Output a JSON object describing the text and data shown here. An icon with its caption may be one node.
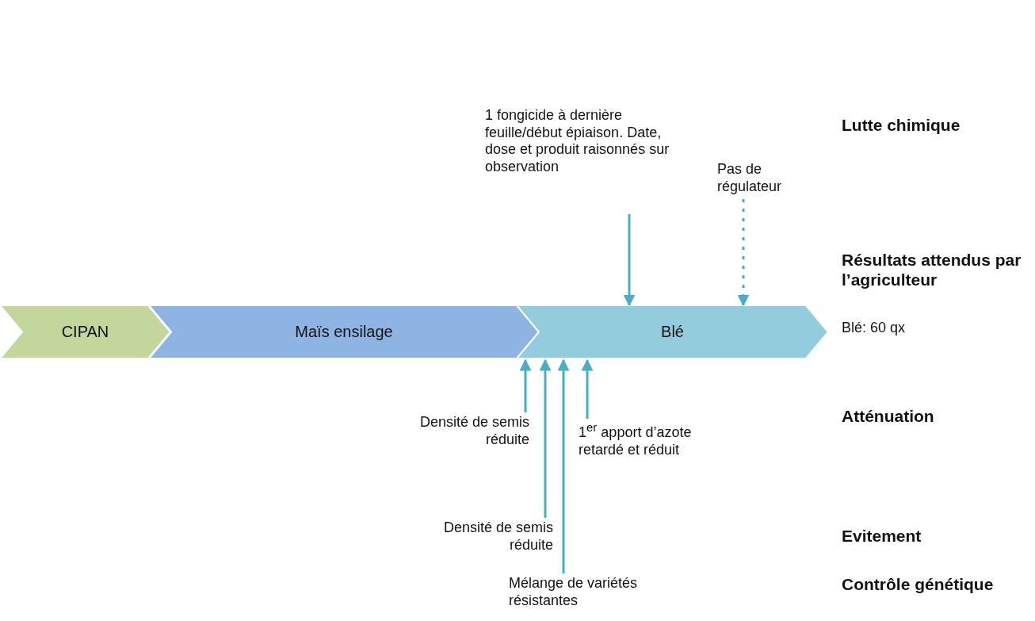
{
  "diagram": {
    "nodes": [
      {
        "text": [
          "CIPAN"
        ]
      },
      {
        "text": [
          "Maïs ensilage"
        ]
      },
      {
        "text": [
          "Blé"
        ]
      },
      {
        "text": [
          "1 fongicide à dernière feuille/début épiaison. Date, dose et produit raisonnés sur observation"
        ]
      },
      {
        "text": [
          "Pas de régulateur"
        ]
      },
      {
        "text": [
          "Densité de semis réduite"
        ]
      },
      {
        "text": [
          "1$^{er}$ apport d’azote retardé et réduit"
        ]
      },
      {
        "text": [
          "Densité de semis réduite"
        ]
      },
      {
        "text": [
          "Mélange de variétés résistantes"
        ]
      }
    ],
    "edges": [
      {
        "from": 3,
        "to": 2,
        "arrow": "to"
      },
      {
        "from": 4,
        "to": 2,
        "arrow": "to",
        "style": "dashed"
      },
      {
        "from": 5,
        "to": 2,
        "arrow": "to"
      },
      {
        "from": 7,
        "to": 2,
        "arrow": "to"
      },
      {
        "from": 8,
        "to": 2,
        "arrow": "to"
      },
      {
        "from": 6,
        "to": 2,
        "arrow": "to"
      }
    ],
    "labels": [
      "Lutte chimique",
      "Résultats attendus par l’agriculteur",
      "Blé: 60 qx",
      "Atténuation",
      "Evitement",
      "Contrôle génétique"
    ]
  }
}
